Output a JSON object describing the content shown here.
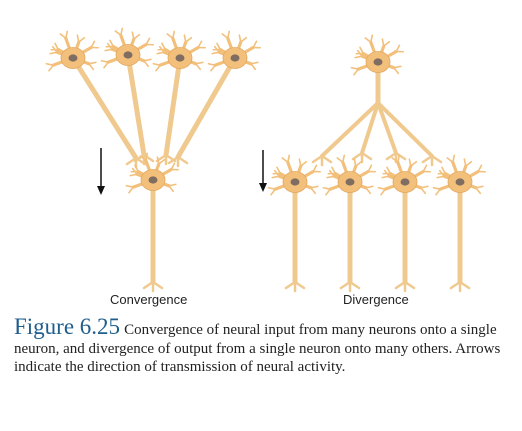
{
  "figure": {
    "convergence_label": "Convergence",
    "divergence_label": "Divergence",
    "number": "Figure 6.25",
    "caption": "Convergence of neural input from many neurons onto a single neuron, and divergence of output from a single neuron onto many others. Arrows indicate the direction of transmission of neural activity."
  },
  "colors": {
    "cell_body": "#f3c07c",
    "cell_edge": "#e2a85e",
    "axon": "#f0c98f",
    "nucleus": "#7e6d60",
    "arrow": "#111111",
    "figure_number": "#1f5e8c"
  }
}
